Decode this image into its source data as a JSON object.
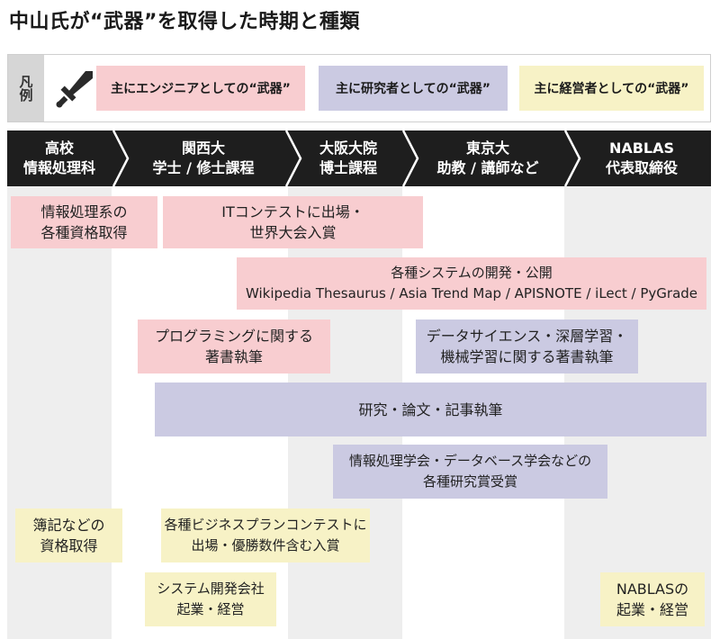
{
  "title": "中山氏が“武器”を取得した時期と種類",
  "legend": {
    "label": "凡例",
    "icon": "sword-icon",
    "items": [
      {
        "label": "主にエンジニアとしての“武器”",
        "color": "#f8cdd0"
      },
      {
        "label": "主に研究者としての“武器”",
        "color": "#cbcae2"
      },
      {
        "label": "主に経営者としての“武器”",
        "color": "#f7f2c6"
      }
    ]
  },
  "stages": [
    {
      "line1": "高校",
      "line2": "情報処理科"
    },
    {
      "line1": "関西大",
      "line2": "学士 / 修士課程"
    },
    {
      "line1": "大阪大院",
      "line2": "博士課程"
    },
    {
      "line1": "東京大",
      "line2": "助教 / 講師など"
    },
    {
      "line1": "NABLAS",
      "line2": "代表取締役"
    }
  ],
  "items": {
    "info_cert": {
      "line1": "情報処理系の",
      "line2": "各種資格取得"
    },
    "it_contest": {
      "line1": "ITコンテストに出場・",
      "line2": "世界大会入賞"
    },
    "systems": {
      "line1": "各種システムの開発・公開",
      "line2": "Wikipedia Thesaurus / Asia Trend Map / APISNOTE / iLect / PyGrade"
    },
    "programming_book": {
      "line1": "プログラミングに関する",
      "line2": "著書執筆"
    },
    "ds_book": {
      "line1": "データサイエンス・深層学習・",
      "line2": "機械学習に関する著書執筆"
    },
    "research": {
      "line1": "研究・論文・記事執筆"
    },
    "awards": {
      "line1": "情報処理学会・データベース学会などの",
      "line2": "各種研究賞受賞"
    },
    "bookkeeping": {
      "line1": "簿記などの",
      "line2": "資格取得"
    },
    "business_plan": {
      "line1": "各種ビジネスプランコンテストに",
      "line2": "出場・優勝数件含む入賞"
    },
    "system_company": {
      "line1": "システム開発会社",
      "line2": "起業・経営"
    },
    "nablas": {
      "line1": "NABLASの",
      "line2": "起業・経営"
    }
  }
}
